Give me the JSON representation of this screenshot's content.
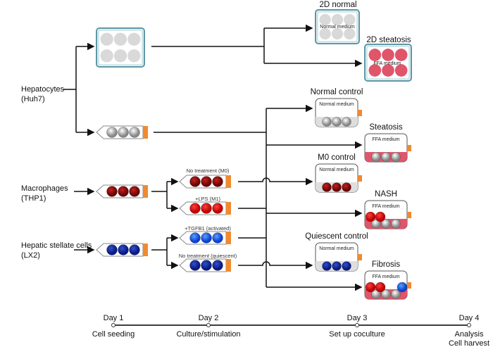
{
  "cells": {
    "hepatocytes": {
      "name": "Hepatocytes",
      "line": "(Huh7)"
    },
    "macrophages": {
      "name": "Macrophages",
      "line": "(THP1)"
    },
    "stellate": {
      "name": "Hepatic stellate cells",
      "line": "(LX2)"
    }
  },
  "treatments": {
    "m0": "No treatment (M0)",
    "m1": "+LPS (M1)",
    "activated": "+TGFB1 (activated)",
    "quiescent": "No treatment (quiescent)"
  },
  "outcomes": {
    "normal_2d": {
      "title": "2D normal",
      "medium": "Normal medium"
    },
    "steatosis_2d": {
      "title": "2D steatosis",
      "medium": "FFA medium"
    },
    "normal_control": {
      "title": "Normal control",
      "medium": "Normal medium"
    },
    "steatosis": {
      "title": "Steatosis",
      "medium": "FFA medium"
    },
    "m0_control": {
      "title": "M0 control",
      "medium": "Normal medium"
    },
    "nash": {
      "title": "NASH",
      "medium": "FFA medium"
    },
    "quiescent_control": {
      "title": "Quiescent control",
      "medium": "Normal medium"
    },
    "fibrosis": {
      "title": "Fibrosis",
      "medium": "FFA medium"
    }
  },
  "timeline": [
    {
      "day": "Day 1",
      "step": "Cell seeding"
    },
    {
      "day": "Day 2",
      "step": "Culture/stimulation"
    },
    {
      "day": "Day 3",
      "step": "Set up coculture"
    },
    {
      "day": "Day 4",
      "step": "Analysis",
      "step2": "Cell harvest"
    }
  ],
  "colors": {
    "hepatocyte": "#d9d9d9",
    "macrophage_m0": "#9b0f0f",
    "macrophage_m1": "#e81818",
    "stellate_activated": "#2a6cf0",
    "stellate_quiescent": "#1530a8",
    "ffa_medium": "#e0556a",
    "cap": "#f08a30"
  }
}
